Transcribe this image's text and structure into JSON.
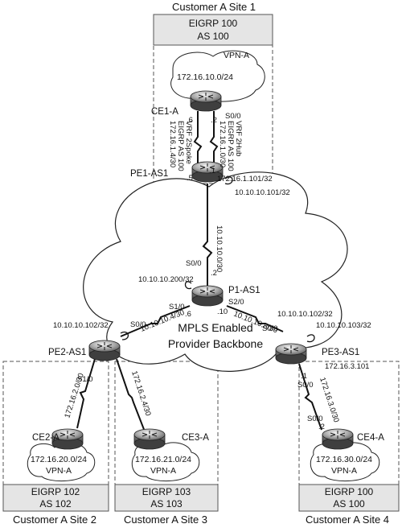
{
  "sites": {
    "site1": {
      "title": "Customer A Site 1",
      "eigrp": "EIGRP 100",
      "as": "AS 100"
    },
    "site2": {
      "title": "Customer A Site 2",
      "eigrp": "EIGRP 102",
      "as": "AS 102"
    },
    "site3": {
      "title": "Customer A Site 3",
      "eigrp": "EIGRP 103",
      "as": "AS 103"
    },
    "site4": {
      "title": "Customer A Site 4",
      "eigrp": "EIGRP 100",
      "as": "AS 100"
    }
  },
  "routers": {
    "ce1": "CE1-A",
    "pe1": "PE1-AS1",
    "p1": "P1-AS1",
    "pe2": "PE2-AS1",
    "pe3": "PE3-AS1",
    "ce2": "CE2-A",
    "ce3": "CE3-A",
    "ce4": "CE4-A"
  },
  "clouds": {
    "vpn_site1": {
      "label": "VPN-A",
      "net": "172.16.10.0/24"
    },
    "vpn_site2": {
      "label": "VPN-A",
      "net": "172.16.20.0/24"
    },
    "vpn_site3": {
      "label": "VPN-A",
      "net": "172.16.21.0/24"
    },
    "vpn_site4": {
      "label": "VPN-A",
      "net": "172.16.30.0/24"
    },
    "mpls_line1": "MPLS Enabled",
    "mpls_line2": "Provider Backbone"
  },
  "labels": {
    "ce1_dot6": ".6",
    "ce1_dot2": ".2",
    "ce1_s00": "S0/0",
    "link_left_a": "172.16.1.4/30",
    "link_left_b": "EIGRP AS 100",
    "link_left_c": "VRF 2Spoke",
    "link_right_a": "172.16.1.0/30",
    "link_right_b": "EIGRP AS 100",
    "link_right_c": "VRF 2Hub",
    "pe1_dot5": ".5",
    "pe1_dot1": ".1",
    "pe1_lb1": "172.16.1.101/32",
    "pe1_lb2": "10.10.10.101/32",
    "pe1_p1_net": "10.10.10.0/30",
    "p1_s00": "S0/0",
    "p1_dot2": ".2",
    "p1_lb": "10.10.10.200/32",
    "p1_s10": "S1/0",
    "p1_s20": "S2/0",
    "p1_dot6": ".6",
    "p1_dot10": ".10",
    "pe2_lb": "10.10.10.102/32",
    "pe2_s00": "S0/0",
    "pe2_p1_net": "10.10.10.4/30",
    "pe3_lb1": "10.10.10.102/32",
    "pe3_lb2": "10.10.10.103/32",
    "pe3_s00": "S0/0",
    "pe3_p1_net": "10.10.10.8/30",
    "pe3_lb3": "172.16.3.101",
    "pe2_ce2_net": "172.16.2.0/30",
    "pe2_s10": "S1/0",
    "pe2_ce3_net": "172.16.2.4/30",
    "pe3_dot1": ".1",
    "pe3_s00b": "S0/0",
    "pe3_ce4_net": "172.16.3.0/30",
    "ce4_s00": "S0/0",
    "ce4_dot2": ".2"
  }
}
